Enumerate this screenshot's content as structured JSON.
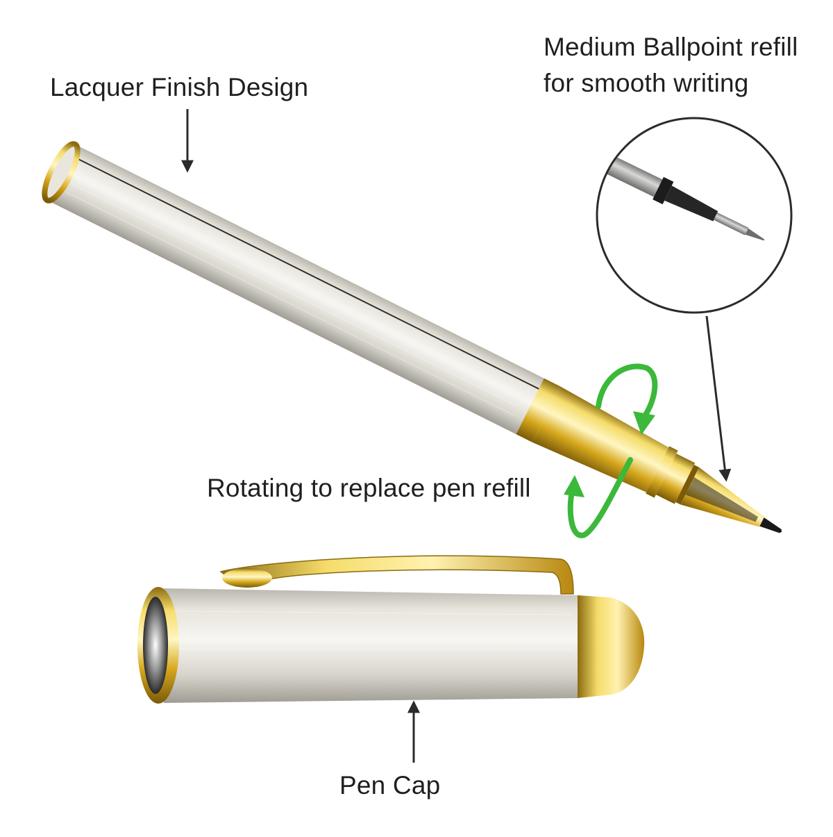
{
  "callouts": {
    "lacquer": "Lacquer Finish Design",
    "refill_line1": "Medium Ballpoint refill",
    "refill_line2": "for smooth writing",
    "rotate": "Rotating to replace pen refill",
    "cap": "Pen Cap"
  },
  "colors": {
    "silver_body": "#d9d6cd",
    "gold_trim": "#d4a820",
    "rotate_arrow": "#3cb83a",
    "pointer_arrow": "#2b2b2b",
    "refill_tip": "#1a1a1a"
  },
  "icons": {
    "rotate": "rotate-arrows-icon",
    "pointer": "arrow-icon"
  }
}
